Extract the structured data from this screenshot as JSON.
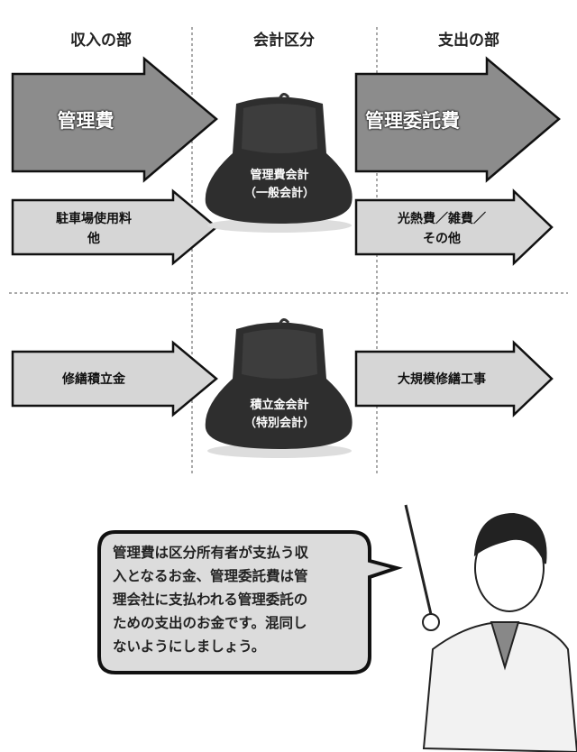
{
  "headers": {
    "income": "収入の部",
    "accounting": "会計区分",
    "expense": "支出の部"
  },
  "general": {
    "income_main": "管理費",
    "income_other_line1": "駐車場使用料",
    "income_other_line2": "他",
    "purse_line1": "管理費会計",
    "purse_line2": "（一般会計）",
    "expense_main": "管理委託費",
    "expense_other_line1": "光熱費／雑費／",
    "expense_other_line2": "その他"
  },
  "reserve": {
    "income": "修繕積立金",
    "purse_line1": "積立金会計",
    "purse_line2": "（特別会計）",
    "expense": "大規模修繕工事"
  },
  "bubble": {
    "lines": [
      "管理費は区分所有者が支払う収",
      "入となるお金、管理委託費は管",
      "理会社に支払われる管理委託の",
      "ための支出のお金です。混同し",
      "ないようにしましょう。"
    ]
  },
  "colors": {
    "big_arrow": "#8c8c8c",
    "small_arrow": "#d6d6d6",
    "purse": "#2e2e2e",
    "bubble": "#dcdcdc"
  }
}
